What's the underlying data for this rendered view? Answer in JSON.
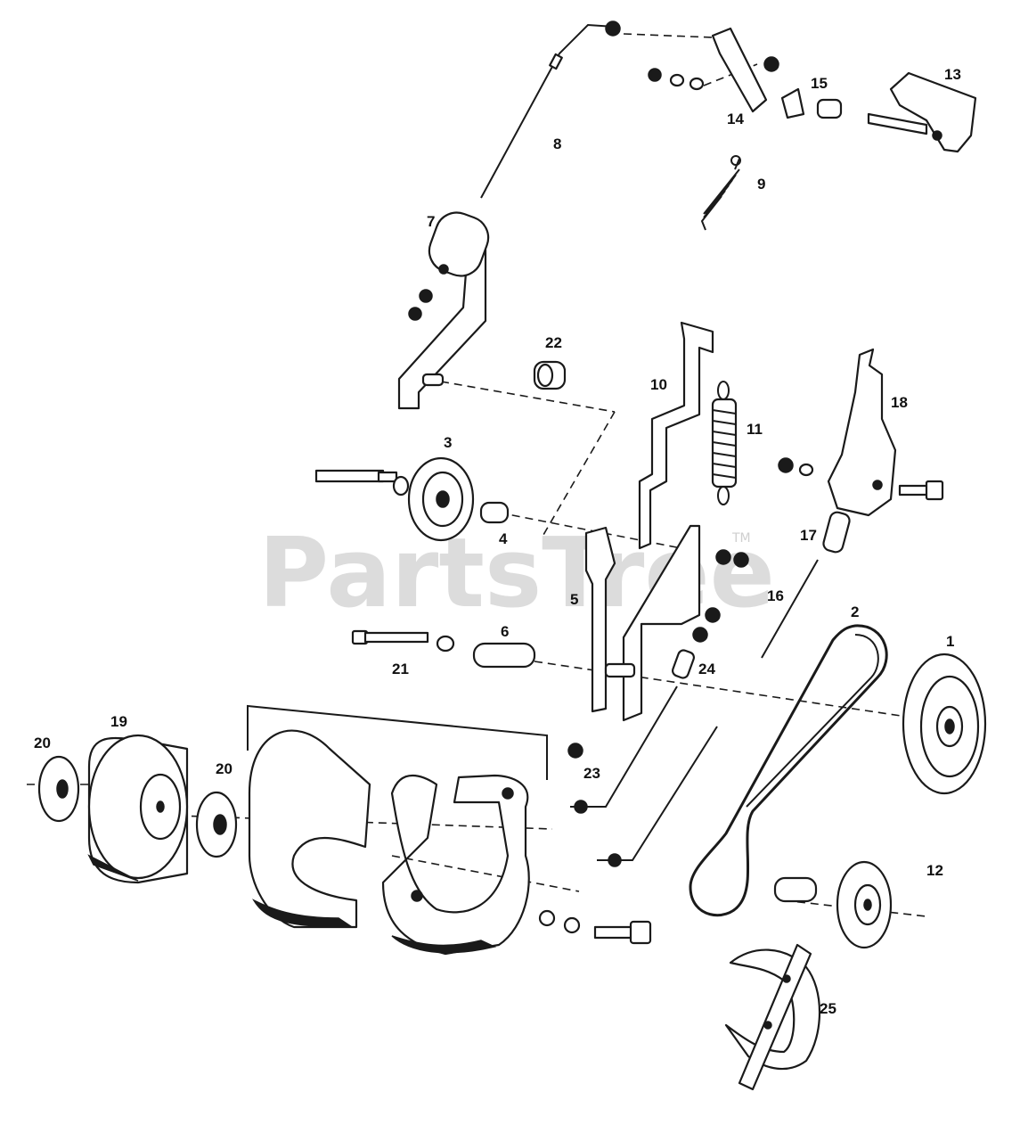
{
  "watermark": {
    "text": "PartsTree",
    "trademark": "TM"
  },
  "callouts": [
    "1",
    "2",
    "3",
    "4",
    "5",
    "6",
    "7",
    "8",
    "9",
    "10",
    "11",
    "12",
    "13",
    "14",
    "15",
    "16",
    "17",
    "18",
    "19",
    "20",
    "20",
    "21",
    "22",
    "23",
    "24",
    "25"
  ]
}
